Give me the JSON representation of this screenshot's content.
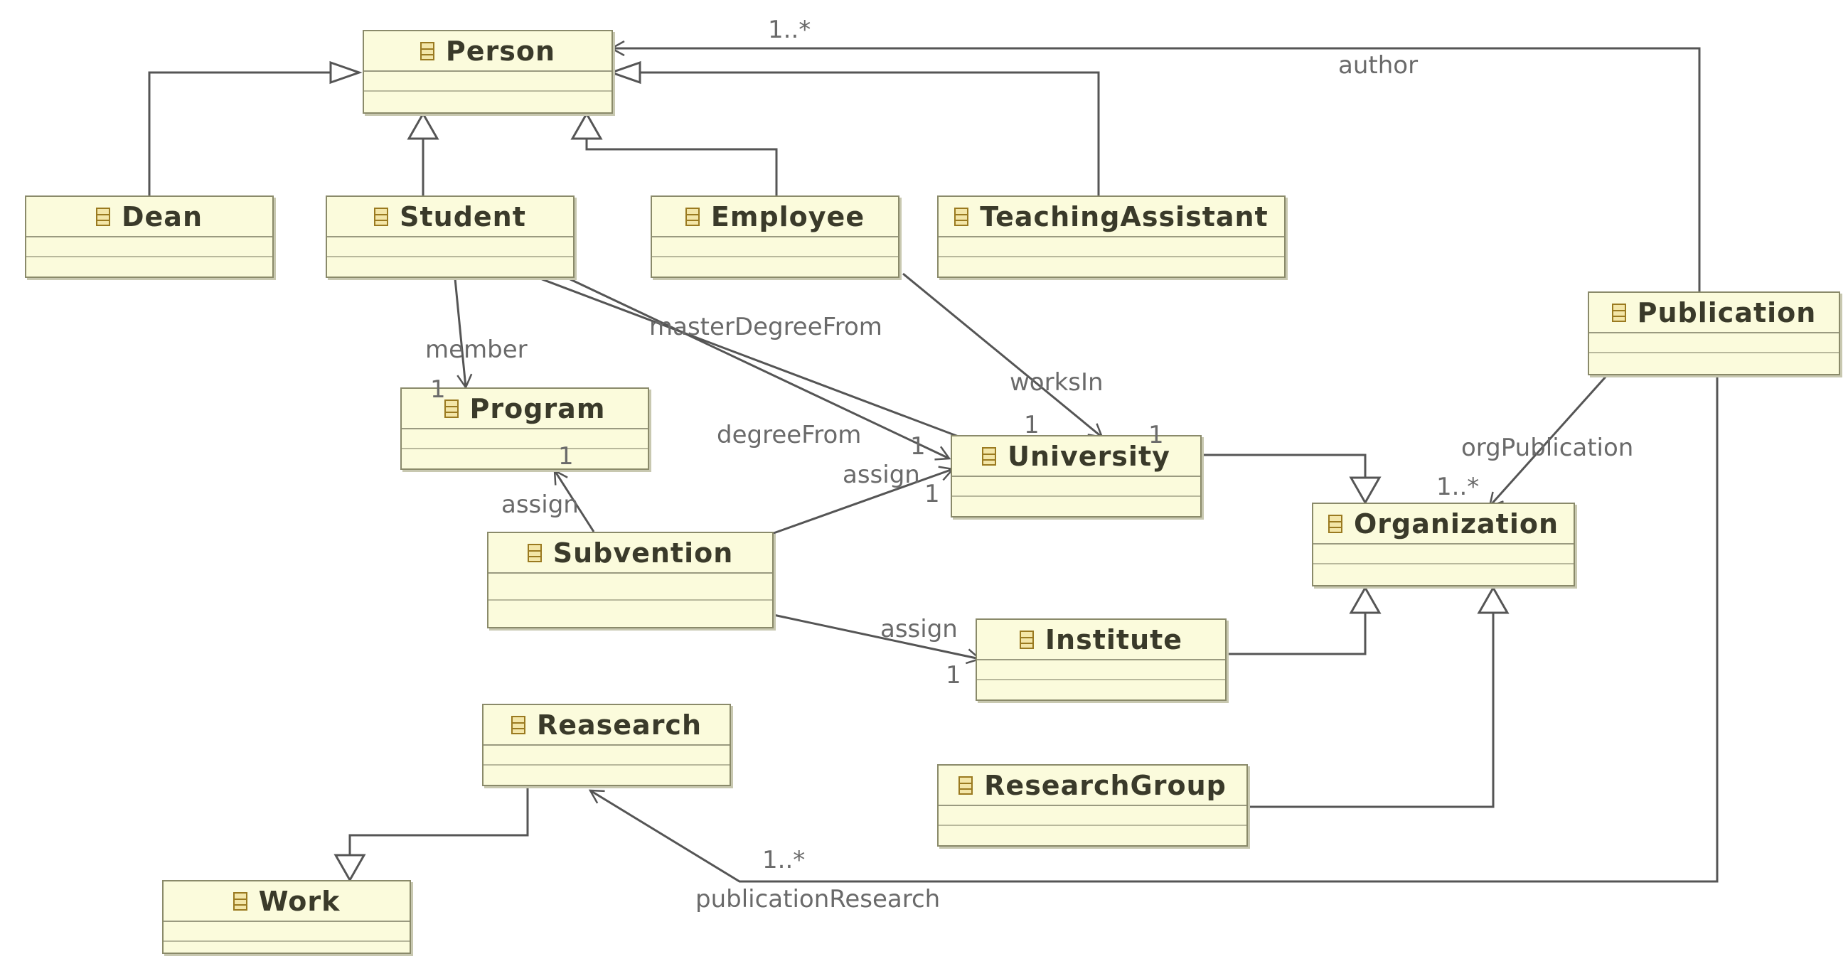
{
  "classes": {
    "person": "Person",
    "dean": "Dean",
    "student": "Student",
    "employee": "Employee",
    "teaching_assistant": "TeachingAssistant",
    "publication": "Publication",
    "program": "Program",
    "university": "University",
    "organization": "Organization",
    "subvention": "Subvention",
    "institute": "Institute",
    "reasearch": "Reasearch",
    "research_group": "ResearchGroup",
    "work": "Work"
  },
  "labels": {
    "author": "author",
    "author_mult": "1..*",
    "member": "member",
    "member_mult": "1",
    "master_degree_from": "masterDegreeFrom",
    "works_in": "worksIn",
    "degree_from": "degreeFrom",
    "university_mult_a": "1",
    "university_mult_b": "1",
    "university_mult_c": "1",
    "assign_univ": "assign",
    "assign_univ_mult": "1",
    "assign_program": "assign",
    "program_mult": "1",
    "assign_institute": "assign",
    "institute_mult": "1",
    "org_publication": "orgPublication",
    "org_mult": "1..*",
    "publication_research": "publicationResearch",
    "research_mult": "1..*"
  },
  "colors": {
    "class_fill": "#fbfbdc",
    "class_border": "#8a8a6a",
    "line": "#555555",
    "label": "#6a6a6a"
  }
}
